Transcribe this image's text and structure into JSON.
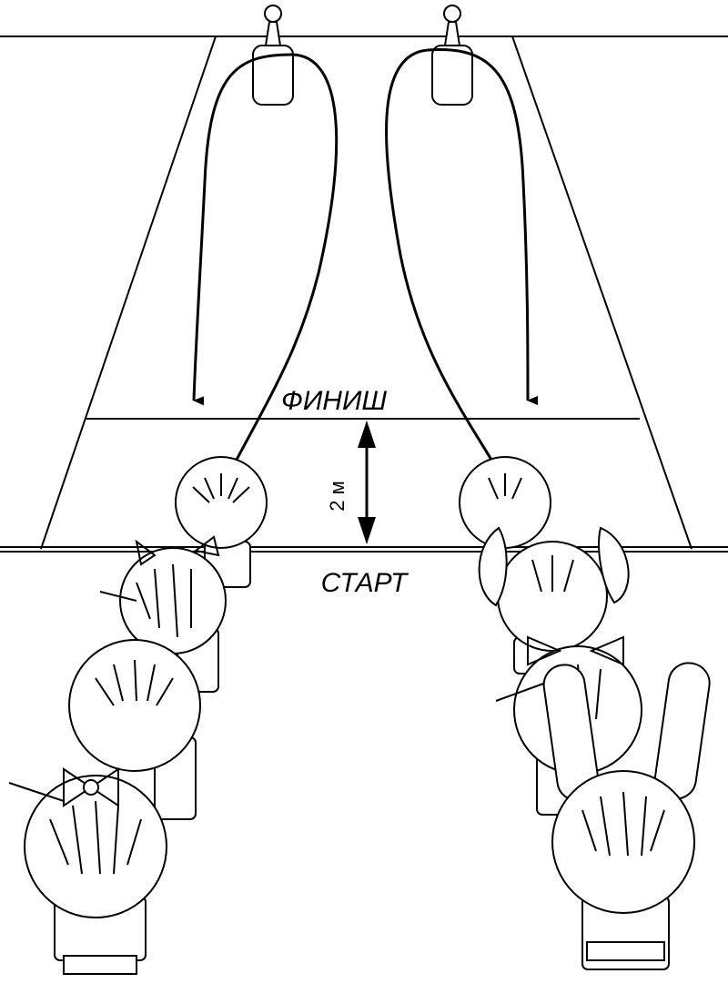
{
  "labels": {
    "finish": "ФИНИШ",
    "start": "СТАРТ",
    "distance": "2 м"
  },
  "colors": {
    "ink": "#000000",
    "background": "#ffffff"
  }
}
